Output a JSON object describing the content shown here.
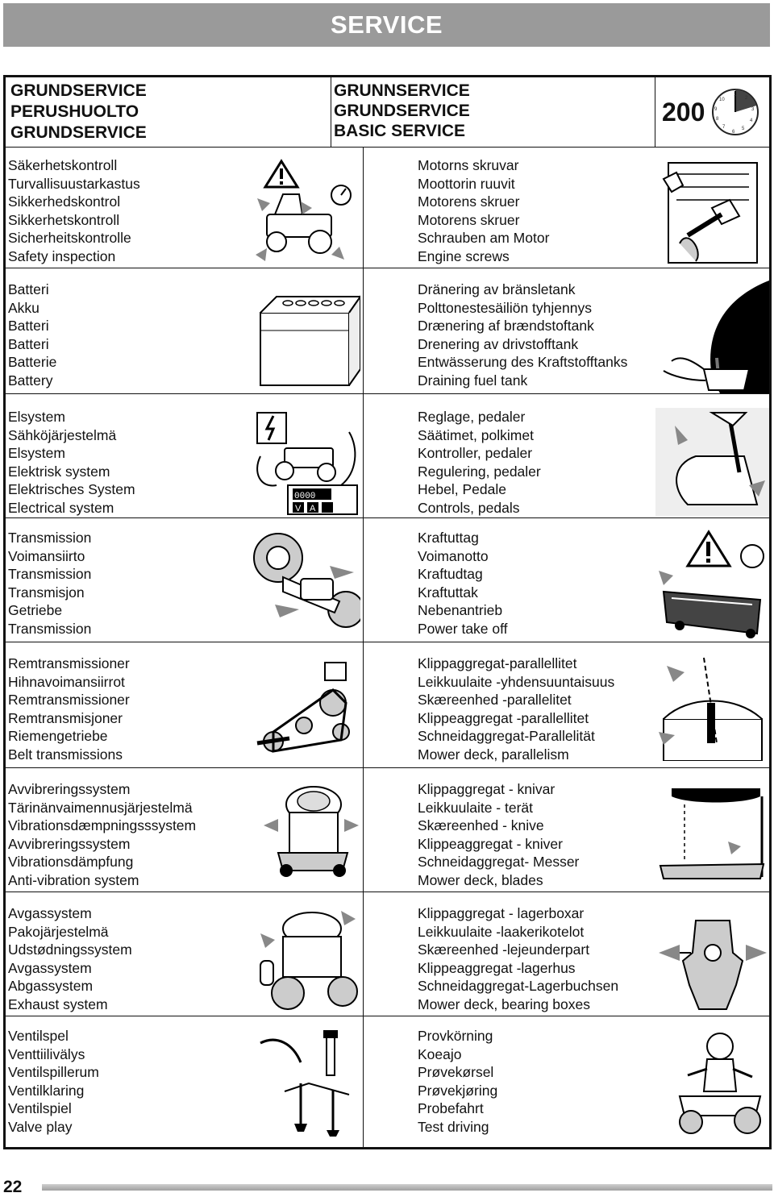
{
  "banner": "SERVICE",
  "header": {
    "left": [
      "GRUNDSERVICE",
      "PERUSHUOLTO",
      "GRUNDSERVICE"
    ],
    "middle": [
      "GRUNNSERVICE",
      "GRUNDSERVICE",
      "BASIC SERVICE"
    ],
    "hours": "200"
  },
  "left_items": [
    {
      "lines": [
        "Säkerhetskontroll",
        "Turvallisuustarkastus",
        "Sikkerhedskontrol",
        "Sikkerhetskontroll",
        "Sicherheitskontrolle",
        "Safety inspection"
      ],
      "icon": "tractor-warning-icon"
    },
    {
      "lines": [
        "Batteri",
        "Akku",
        "Batteri",
        "Batteri",
        "Batterie",
        "Battery"
      ],
      "icon": "battery-icon"
    },
    {
      "lines": [
        "Elsystem",
        "Sähköjärjestelmä",
        "Elsystem",
        "Elektrisk system",
        "Elektrisches System",
        "Electrical system"
      ],
      "icon": "electrical-multimeter-icon"
    },
    {
      "lines": [
        "Transmission",
        "Voimansiirto",
        "Transmission",
        "Transmisjon",
        "Getriebe",
        "Transmission"
      ],
      "icon": "transmission-wheel-icon"
    },
    {
      "lines": [
        "Remtransmissioner",
        "Hihnavoimansiirrot",
        "Remtransmissioner",
        "Remtransmisjoner",
        "Riemengetriebe",
        "Belt transmissions"
      ],
      "icon": "belt-pulley-icon"
    },
    {
      "lines": [
        "Avvibreringssystem",
        "Tärinänvaimennusjärjestelmä",
        "Vibrationsdæmpningsssystem",
        "Avvibreringssystem",
        "Vibrationsdämpfung",
        "Anti-vibration system"
      ],
      "icon": "engine-vibration-icon"
    },
    {
      "lines": [
        "Avgassystem",
        "Pakojärjestelmä",
        "Udstødningssystem",
        "Avgassystem",
        "Abgassystem",
        "Exhaust system"
      ],
      "icon": "exhaust-engine-icon"
    },
    {
      "lines": [
        "Ventilspel",
        "Venttiilivälys",
        "Ventilspillerum",
        "Ventilklaring",
        "Ventilspiel",
        "Valve play"
      ],
      "icon": "valve-feeler-icon"
    }
  ],
  "right_items": [
    {
      "lines": [
        "Motorns skruvar",
        "Moottorin ruuvit",
        "Motorens skruer",
        "Motorens skruer",
        "Schrauben am Motor",
        "Engine screws"
      ],
      "icon": "engine-bolt-icon"
    },
    {
      "lines": [
        "Dränering av bränsletank",
        "Polttonestesäiliön tyhjennys",
        "Drænering af brændstoftank",
        "Drenering av drivstofftank",
        "Entwässerung des Kraftstofftanks",
        "Draining fuel tank"
      ],
      "icon": "fuel-drain-icon"
    },
    {
      "lines": [
        "Reglage, pedaler",
        "Säätimet, polkimet",
        "Kontroller, pedaler",
        "Regulering, pedaler",
        "Hebel, Pedale",
        "Controls, pedals"
      ],
      "icon": "controls-pedals-icon"
    },
    {
      "lines": [
        "Kraftuttag",
        "Voimanotto",
        "Kraftudtag",
        "Kraftuttak",
        "Nebenantrieb",
        "Power take off"
      ],
      "icon": "pto-deck-warning-icon"
    },
    {
      "lines": [
        "Klippaggregat-parallellitet",
        "Leikkuulaite -yhdensuuntaisuus",
        "Skæreenhed -parallelitet",
        "Klippeaggregat -parallellitet",
        "Schneidaggregat-Parallelität",
        "Mower deck, parallelism"
      ],
      "icon": "deck-parallelism-icon"
    },
    {
      "lines": [
        "Klippaggregat - knivar",
        "Leikkuulaite - terät",
        "Skæreenhed - knive",
        "Klippeaggregat - kniver",
        "Schneidaggregat- Messer",
        "Mower deck, blades"
      ],
      "icon": "deck-blades-icon"
    },
    {
      "lines": [
        "Klippaggregat - lagerboxar",
        "Leikkuulaite -laakerikotelot",
        "Skæreenhed -lejeunderpart",
        "Klippeaggregat -lagerhus",
        "Schneidaggregat-Lagerbuchsen",
        "Mower deck, bearing boxes"
      ],
      "icon": "bearing-box-icon"
    },
    {
      "lines": [
        "Provkörning",
        "Koeajo",
        "Prøvekørsel",
        "Prøvekjøring",
        "Probefahrt",
        "Test driving"
      ],
      "icon": "test-driving-icon"
    }
  ],
  "page_number": "22"
}
